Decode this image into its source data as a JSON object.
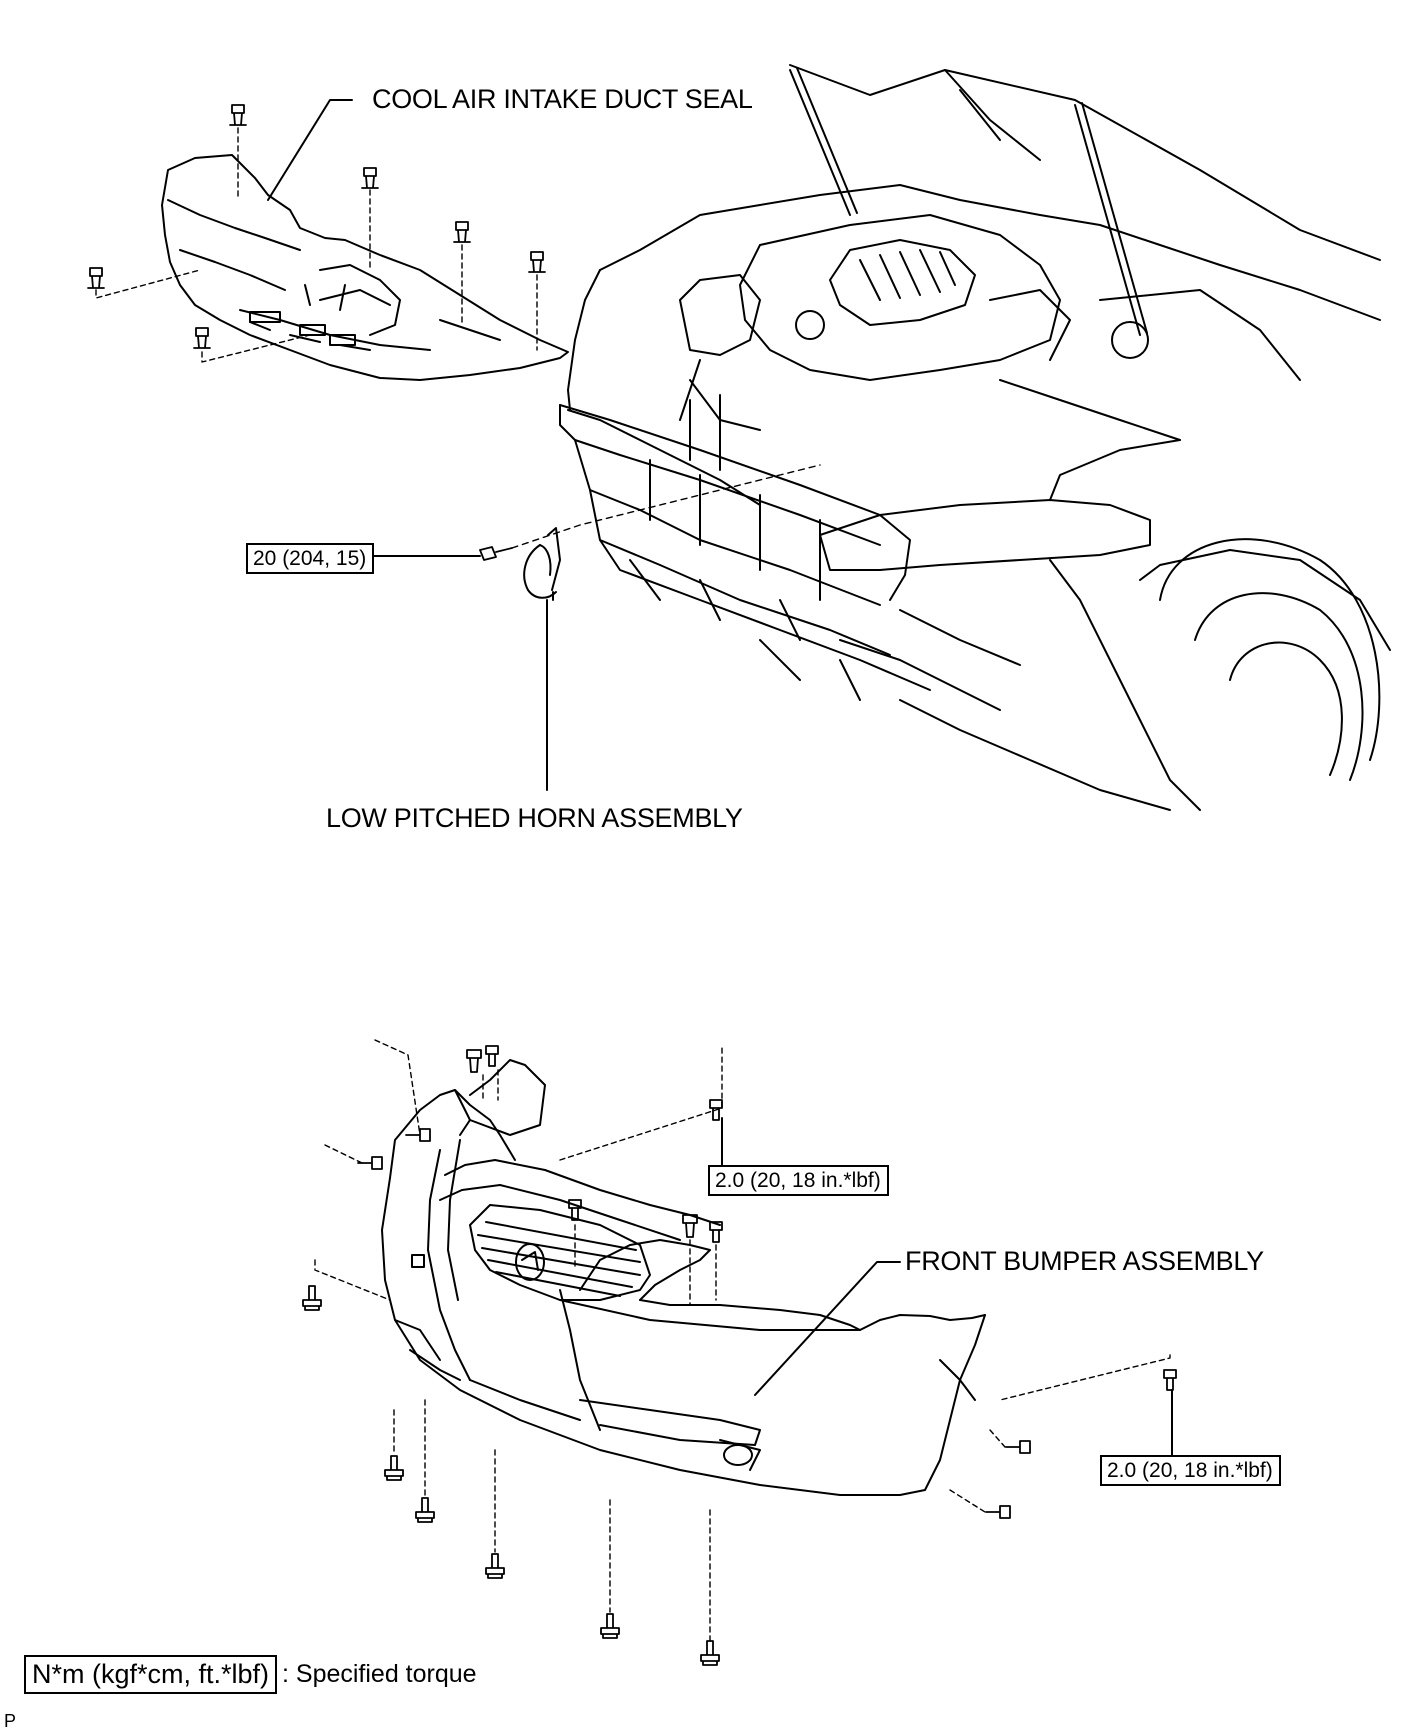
{
  "labels": {
    "cool_air_seal": "COOL AIR INTAKE DUCT SEAL",
    "horn": "LOW PITCHED HORN ASSEMBLY",
    "bumper": "FRONT BUMPER ASSEMBLY"
  },
  "torque": {
    "horn_bolt": "20 (204, 15)",
    "bumper_top_right": "2.0 (20, 18 in.*lbf)",
    "bumper_side_right": "2.0 (20, 18 in.*lbf)"
  },
  "legend": {
    "box": "N*m (kgf*cm, ft.*lbf)",
    "text": ": Specified torque"
  },
  "corner_mark": "P"
}
